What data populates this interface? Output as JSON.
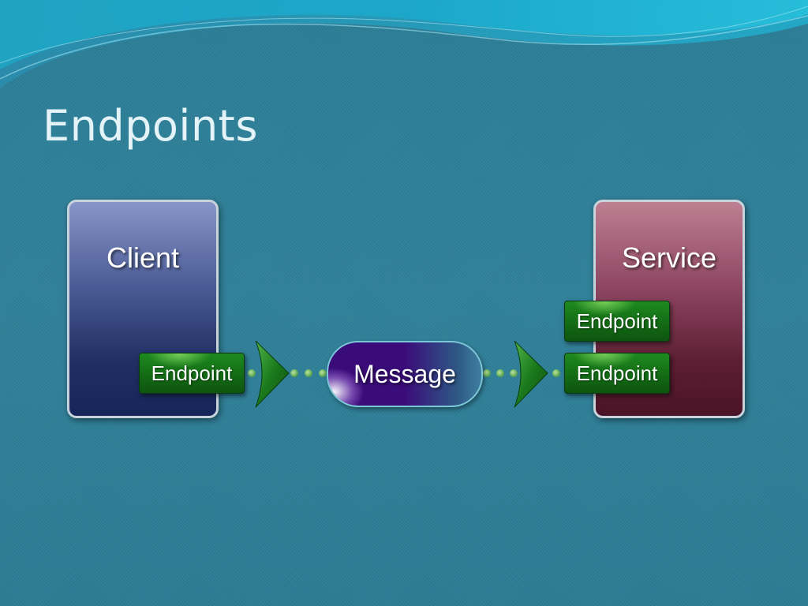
{
  "slide": {
    "title": "Endpoints"
  },
  "diagram": {
    "client": {
      "label": "Client",
      "endpoint": "Endpoint"
    },
    "service": {
      "label": "Service",
      "endpoints": [
        "Endpoint",
        "Endpoint"
      ]
    },
    "message": {
      "label": "Message"
    }
  },
  "colors": {
    "background": "#2f7f98",
    "client_box": "#2c3c78",
    "service_box": "#6e2a44",
    "endpoint": "#177a18",
    "message": "#3a0c7a",
    "connector_dot": "#7fbf6a"
  }
}
